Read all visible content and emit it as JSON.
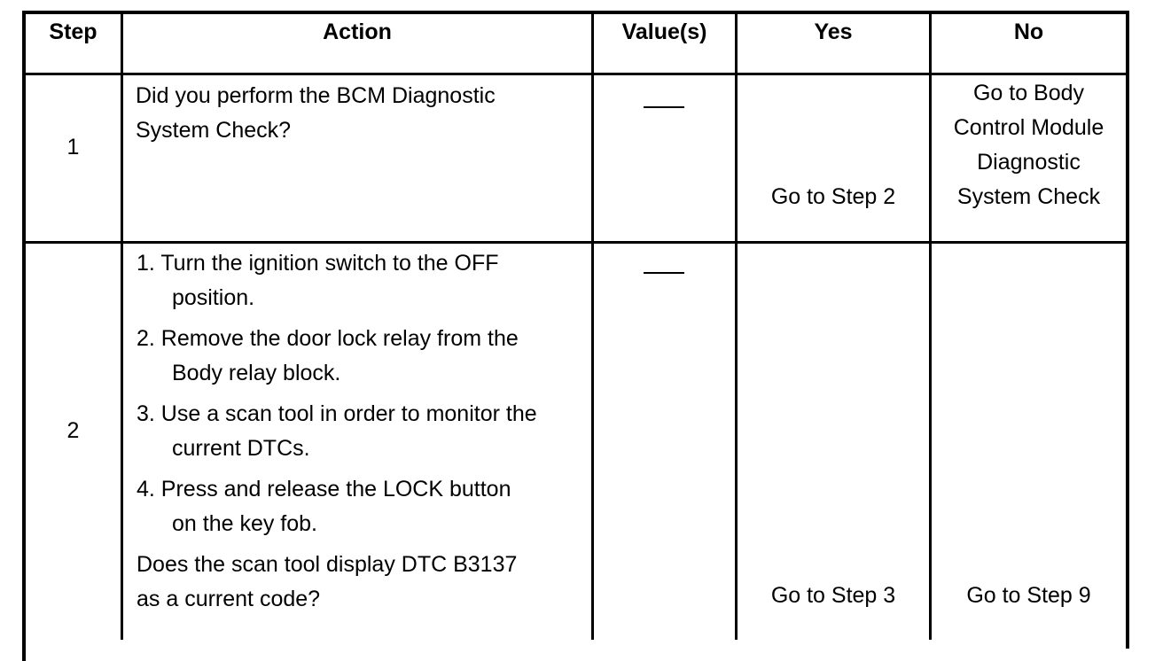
{
  "table": {
    "headers": {
      "step": "Step",
      "action": "Action",
      "values": "Value(s)",
      "yes": "Yes",
      "no": "No"
    },
    "rows": [
      {
        "step": "1",
        "action_lines": [
          "Did you perform the BCM Diagnostic",
          "System Check?"
        ],
        "value": "___",
        "yes": "Go to Step 2",
        "no_lines": [
          "Go to Body",
          "Control Module",
          "Diagnostic",
          "System Check"
        ]
      },
      {
        "step": "2",
        "action_items": [
          {
            "line1": "1. Turn the ignition switch to the OFF",
            "line2": "position."
          },
          {
            "line1": "2. Remove the door lock relay from the",
            "line2": "Body relay block."
          },
          {
            "line1": "3. Use a scan tool in order to monitor the",
            "line2": "current DTCs."
          },
          {
            "line1": "4. Press and release the LOCK button",
            "line2": "on the key fob."
          }
        ],
        "question_lines": [
          "Does the scan tool display DTC B3137",
          "as a current code?"
        ],
        "value": "___",
        "yes": "Go to Step 3",
        "no": "Go to Step 9"
      }
    ]
  }
}
